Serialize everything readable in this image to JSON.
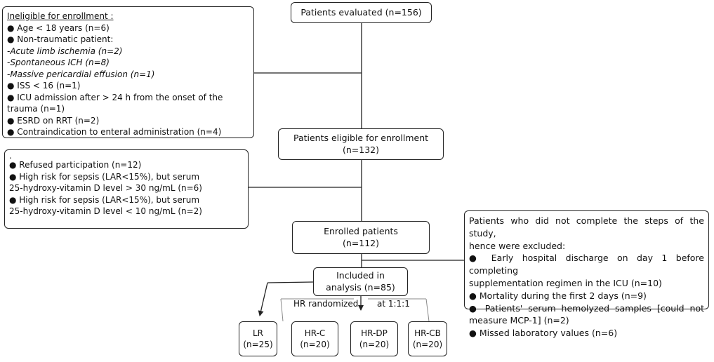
{
  "ineligible": {
    "title": "Ineligible  for enrollment :",
    "items": [
      "● Age < 18 years   (n=6)",
      "● Non-traumatic   patient:",
      "-Acute  limb  ischemia   (n=2)",
      "-Spontaneous  ICH (n=8)",
      "-Massive pericardial  effusion  (n=1)",
      "● ISS < 16   (n=1)",
      "● ICU admission   after   > 24 h from  the  onset   of the",
      "trauma  (n=1)",
      "● ESRD on   RRT (n=2)",
      "● Contraindication to enteral administration (n=4)"
    ]
  },
  "evaluated": {
    "label": "Patients  evaluated  (n=156)"
  },
  "eligible": {
    "line1": "Patients   eligible  for enrollment",
    "line2": "(n=132)"
  },
  "excluded_pre": {
    "dot": ".",
    "items": [
      "● Refused   participation   (n=12)",
      "● High  risk for sepsis  (LAR<15%), but  serum",
      "25-hydroxy-vitamin    D  level > 30 ng/mL   (n=6)",
      "● High risk for sepsis (LAR<15%), but serum",
      "25-hydroxy-vitamin D level < 10 ng/mL  (n=2)"
    ]
  },
  "enrolled": {
    "line1": "Enrolled  patients",
    "line2": "(n=112)"
  },
  "not_completed": {
    "intro1": "Patients  who did  not complete  the steps of  the study,",
    "intro2": "hence were excluded:",
    "items": [
      "● Early hospital  discharge   on  day 1 before   completing",
      "supplementation    regimen  in  the  ICU (n=10)",
      "● Mortality during  the first 2 days  (n=9)",
      "● Patients'   serum   hemolyzed   samples   [could  not",
      "measure   MCP-1]   (n=2)",
      "● Missed  laboratory  values  (n=6)"
    ]
  },
  "analysis": {
    "line1": "Included    in",
    "line2": "analysis   (n=85)"
  },
  "randomization": {
    "left": "HR randomized",
    "right": "at 1:1:1"
  },
  "groups": [
    {
      "name": "LR",
      "n": "(n=25)"
    },
    {
      "name": "HR-C",
      "n": "(n=20)"
    },
    {
      "name": "HR-DP",
      "n": "(n=20)"
    },
    {
      "name": "HR-CB",
      "n": "(n=20)"
    }
  ],
  "colors": {
    "line": "#222222",
    "border": "#222222",
    "text": "#111111",
    "background": "#ffffff"
  }
}
